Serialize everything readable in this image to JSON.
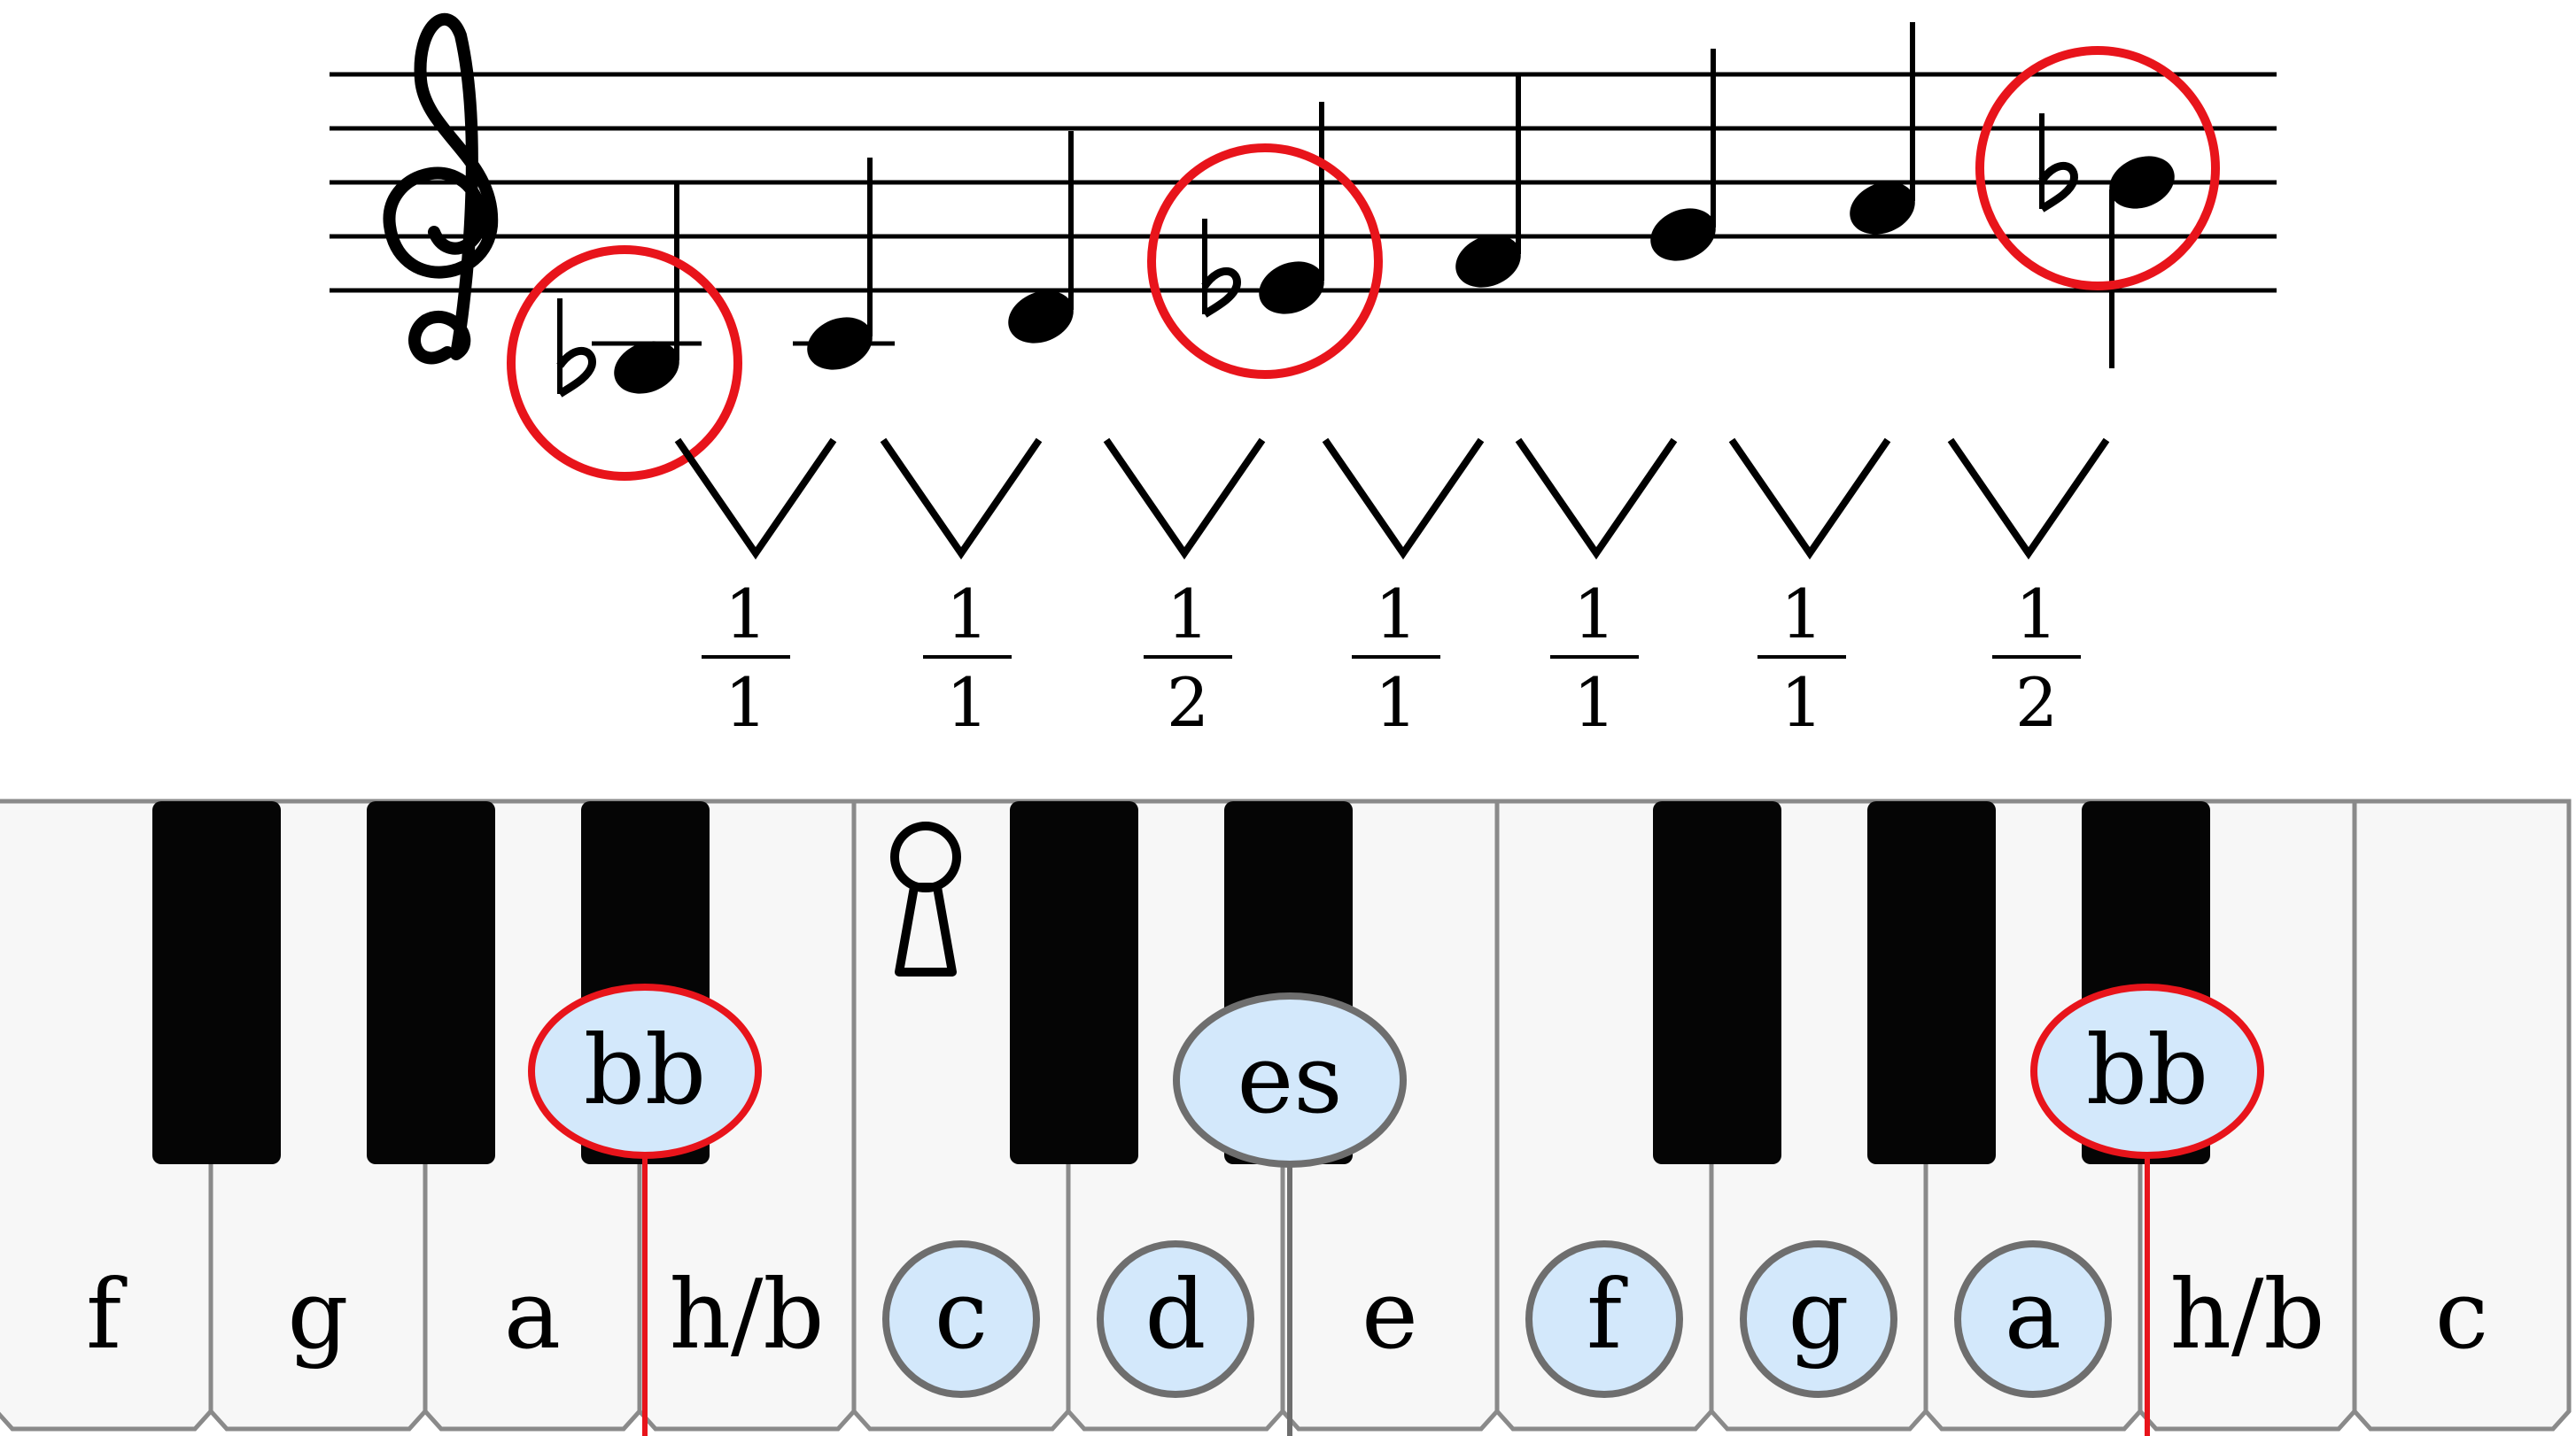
{
  "colors": {
    "highlight_ring": "#e8141b",
    "note_bubble_fill": "#d3e8fb",
    "note_bubble_border": "#6e6e6e",
    "white_key": "#f7f7f7",
    "key_outline": "#8a8a8a",
    "black_key": "#050505"
  },
  "staff": {
    "clef_icon": "treble-clef-icon",
    "notes": [
      {
        "name": "note-1",
        "accidental": "flat",
        "highlighted": true
      },
      {
        "name": "note-2",
        "accidental": "",
        "highlighted": false
      },
      {
        "name": "note-3",
        "accidental": "",
        "highlighted": false
      },
      {
        "name": "note-4",
        "accidental": "flat",
        "highlighted": true
      },
      {
        "name": "note-5",
        "accidental": "",
        "highlighted": false
      },
      {
        "name": "note-6",
        "accidental": "",
        "highlighted": false
      },
      {
        "name": "note-7",
        "accidental": "",
        "highlighted": false
      },
      {
        "name": "note-8",
        "accidental": "flat",
        "highlighted": true
      }
    ]
  },
  "intervals": [
    {
      "num": "1",
      "den": "1"
    },
    {
      "num": "1",
      "den": "1"
    },
    {
      "num": "1",
      "den": "2"
    },
    {
      "num": "1",
      "den": "1"
    },
    {
      "num": "1",
      "den": "1"
    },
    {
      "num": "1",
      "den": "1"
    },
    {
      "num": "1",
      "den": "2"
    }
  ],
  "keyboard": {
    "lock_icon": "keyhole-icon",
    "white_keys": [
      {
        "label": "f",
        "bubble": false
      },
      {
        "label": "g",
        "bubble": false
      },
      {
        "label": "a",
        "bubble": false
      },
      {
        "label": "h/b",
        "bubble": false
      },
      {
        "label": "c",
        "bubble": true
      },
      {
        "label": "d",
        "bubble": true
      },
      {
        "label": "e",
        "bubble": false
      },
      {
        "label": "f",
        "bubble": true
      },
      {
        "label": "g",
        "bubble": true
      },
      {
        "label": "a",
        "bubble": true
      },
      {
        "label": "h/b",
        "bubble": false
      },
      {
        "label": "c",
        "bubble": false
      }
    ],
    "black_key_labels": [
      {
        "label": "bb",
        "style": "highlight"
      },
      {
        "label": "es",
        "style": "normal"
      },
      {
        "label": "bb",
        "style": "highlight"
      }
    ]
  }
}
